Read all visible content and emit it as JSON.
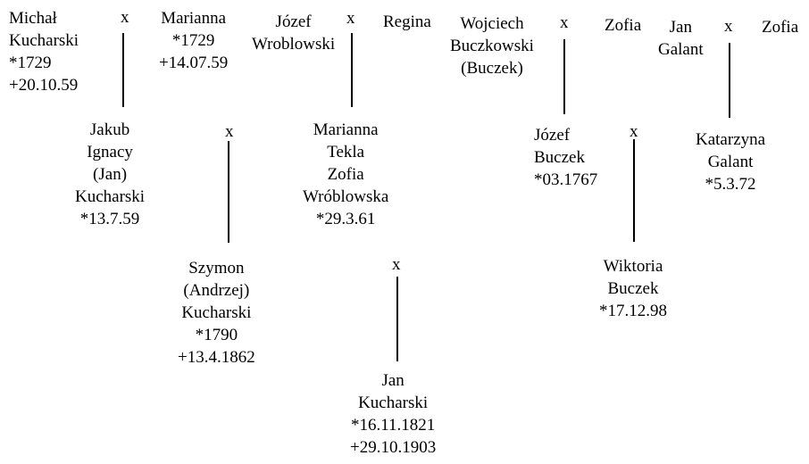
{
  "marriage_mark": "x",
  "people": [
    {
      "id": "michal",
      "lines": [
        "Michał",
        "Kucharski",
        "*1729",
        "+20.10.59"
      ]
    },
    {
      "id": "marianna1",
      "lines": [
        "Marianna",
        "*1729",
        "+14.07.59"
      ]
    },
    {
      "id": "jozef-w",
      "lines": [
        "Józef",
        "Wroblowski"
      ]
    },
    {
      "id": "regina",
      "lines": [
        "Regina"
      ]
    },
    {
      "id": "wojciech",
      "lines": [
        "Wojciech",
        "Buczkowski",
        "(Buczek)"
      ]
    },
    {
      "id": "zofia1",
      "lines": [
        "Zofia"
      ]
    },
    {
      "id": "jan-galant",
      "lines": [
        "Jan",
        "Galant"
      ]
    },
    {
      "id": "zofia2",
      "lines": [
        "Zofia"
      ]
    },
    {
      "id": "jakub",
      "lines": [
        "Jakub",
        "Ignacy",
        "(Jan)",
        "Kucharski",
        "*13.7.59"
      ]
    },
    {
      "id": "marianna2",
      "lines": [
        "Marianna",
        "Tekla",
        "Zofia",
        "Wróblowska",
        "*29.3.61"
      ]
    },
    {
      "id": "jozef-b",
      "lines": [
        "Józef",
        "Buczek",
        "*03.1767"
      ]
    },
    {
      "id": "katarzyna",
      "lines": [
        "Katarzyna",
        "Galant",
        "*5.3.72"
      ]
    },
    {
      "id": "szymon",
      "lines": [
        "Szymon",
        "(Andrzej)",
        "Kucharski",
        "*1790",
        "+13.4.1862"
      ]
    },
    {
      "id": "wiktoria",
      "lines": [
        "Wiktoria",
        "Buczek",
        "*17.12.98"
      ]
    },
    {
      "id": "jan-k",
      "lines": [
        "Jan",
        "Kucharski",
        "*16.11.1821",
        "+29.10.1903"
      ]
    }
  ],
  "marriages": [
    {
      "id": "michal-marianna"
    },
    {
      "id": "jozef-regina"
    },
    {
      "id": "wojciech-zofia"
    },
    {
      "id": "jan-zofia"
    },
    {
      "id": "jakub-marianna"
    },
    {
      "id": "jozef-wiktoria-parents"
    },
    {
      "id": "szymon-marriage"
    }
  ]
}
